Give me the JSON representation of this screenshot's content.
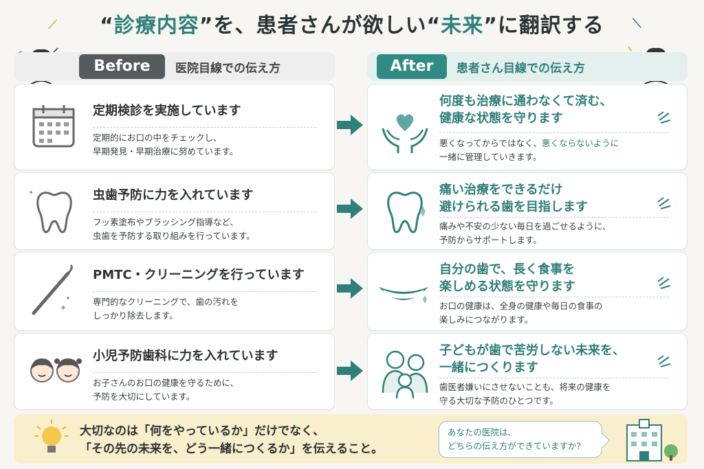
{
  "title": {
    "q1": "“",
    "w1": "診療内容",
    "q2": "”を、患者さんが欲しい",
    "q3": "“",
    "w2": "未来",
    "q4": "”に翻訳する"
  },
  "before": {
    "badge": "Before",
    "label": "医院目線での伝え方"
  },
  "after": {
    "badge": "After",
    "label": "患者さん目線での伝え方"
  },
  "rows": [
    {
      "before_title": "定期検診を実施しています",
      "before_desc1": "定期的にお口の中をチェックし、",
      "before_desc2": "早期発見・早期治療に努めています。",
      "after_title1": "何度も治療に通わなくて済む、",
      "after_title2": "健康な状態を守ります",
      "after_desc1a": "悪くなってからではなく、",
      "after_desc1b": "悪くならないように",
      "after_desc2": "一緒に管理していきます。"
    },
    {
      "before_title": "虫歯予防に力を入れています",
      "before_desc1": "フッ素塗布やブラッシング指導など、",
      "before_desc2": "虫歯を予防する取り組みを行っています。",
      "after_title1": "痛い治療をできるだけ",
      "after_title2": "避けられる歯を目指します",
      "after_desc1": "痛みや不安の少ない毎日を過ごせるように、",
      "after_desc2": "予防からサポートします。"
    },
    {
      "before_title": "PMTC・クリーニングを行っています",
      "before_desc1": "専門的なクリーニングで、歯の汚れを",
      "before_desc2": "しっかり除去します。",
      "after_title1": "自分の歯で、長く食事を",
      "after_title2": "楽しめる状態を守ります",
      "after_desc1": "お口の健康は、全身の健康や毎日の食事の",
      "after_desc2": "楽しみにつながります。"
    },
    {
      "before_title": "小児予防歯科に力を入れています",
      "before_desc1": "お子さんのお口の健康を守るために、",
      "before_desc2": "予防を大切にしています。",
      "after_title1": "子どもが歯で苦労しない未来を、",
      "after_title2": "一緒につくります",
      "after_desc1": "歯医者嫌いにさせないことも、将来の健康を",
      "after_desc2": "守る大切な予防のひとつです。"
    }
  ],
  "bottom": {
    "line1": "大切なのは「何をやっているか」だけでなく、",
    "line2": "「その先の未来を、どう一緒につくるか」を伝えること。",
    "bubble1": "あなたの医院は、",
    "bubble2": "どちらの伝え方ができていますか？"
  },
  "colors": {
    "teal": "#2f7f7a",
    "dark": "#555a5c",
    "cream": "#faefcc"
  },
  "icons": [
    "calendar-icon",
    "tooth-icon",
    "dental-scaler-icon",
    "children-icon",
    "heart-hands-icon",
    "shining-tooth-icon",
    "smile-icon",
    "family-icon",
    "light-bulb-icon",
    "clinic-building-icon"
  ]
}
